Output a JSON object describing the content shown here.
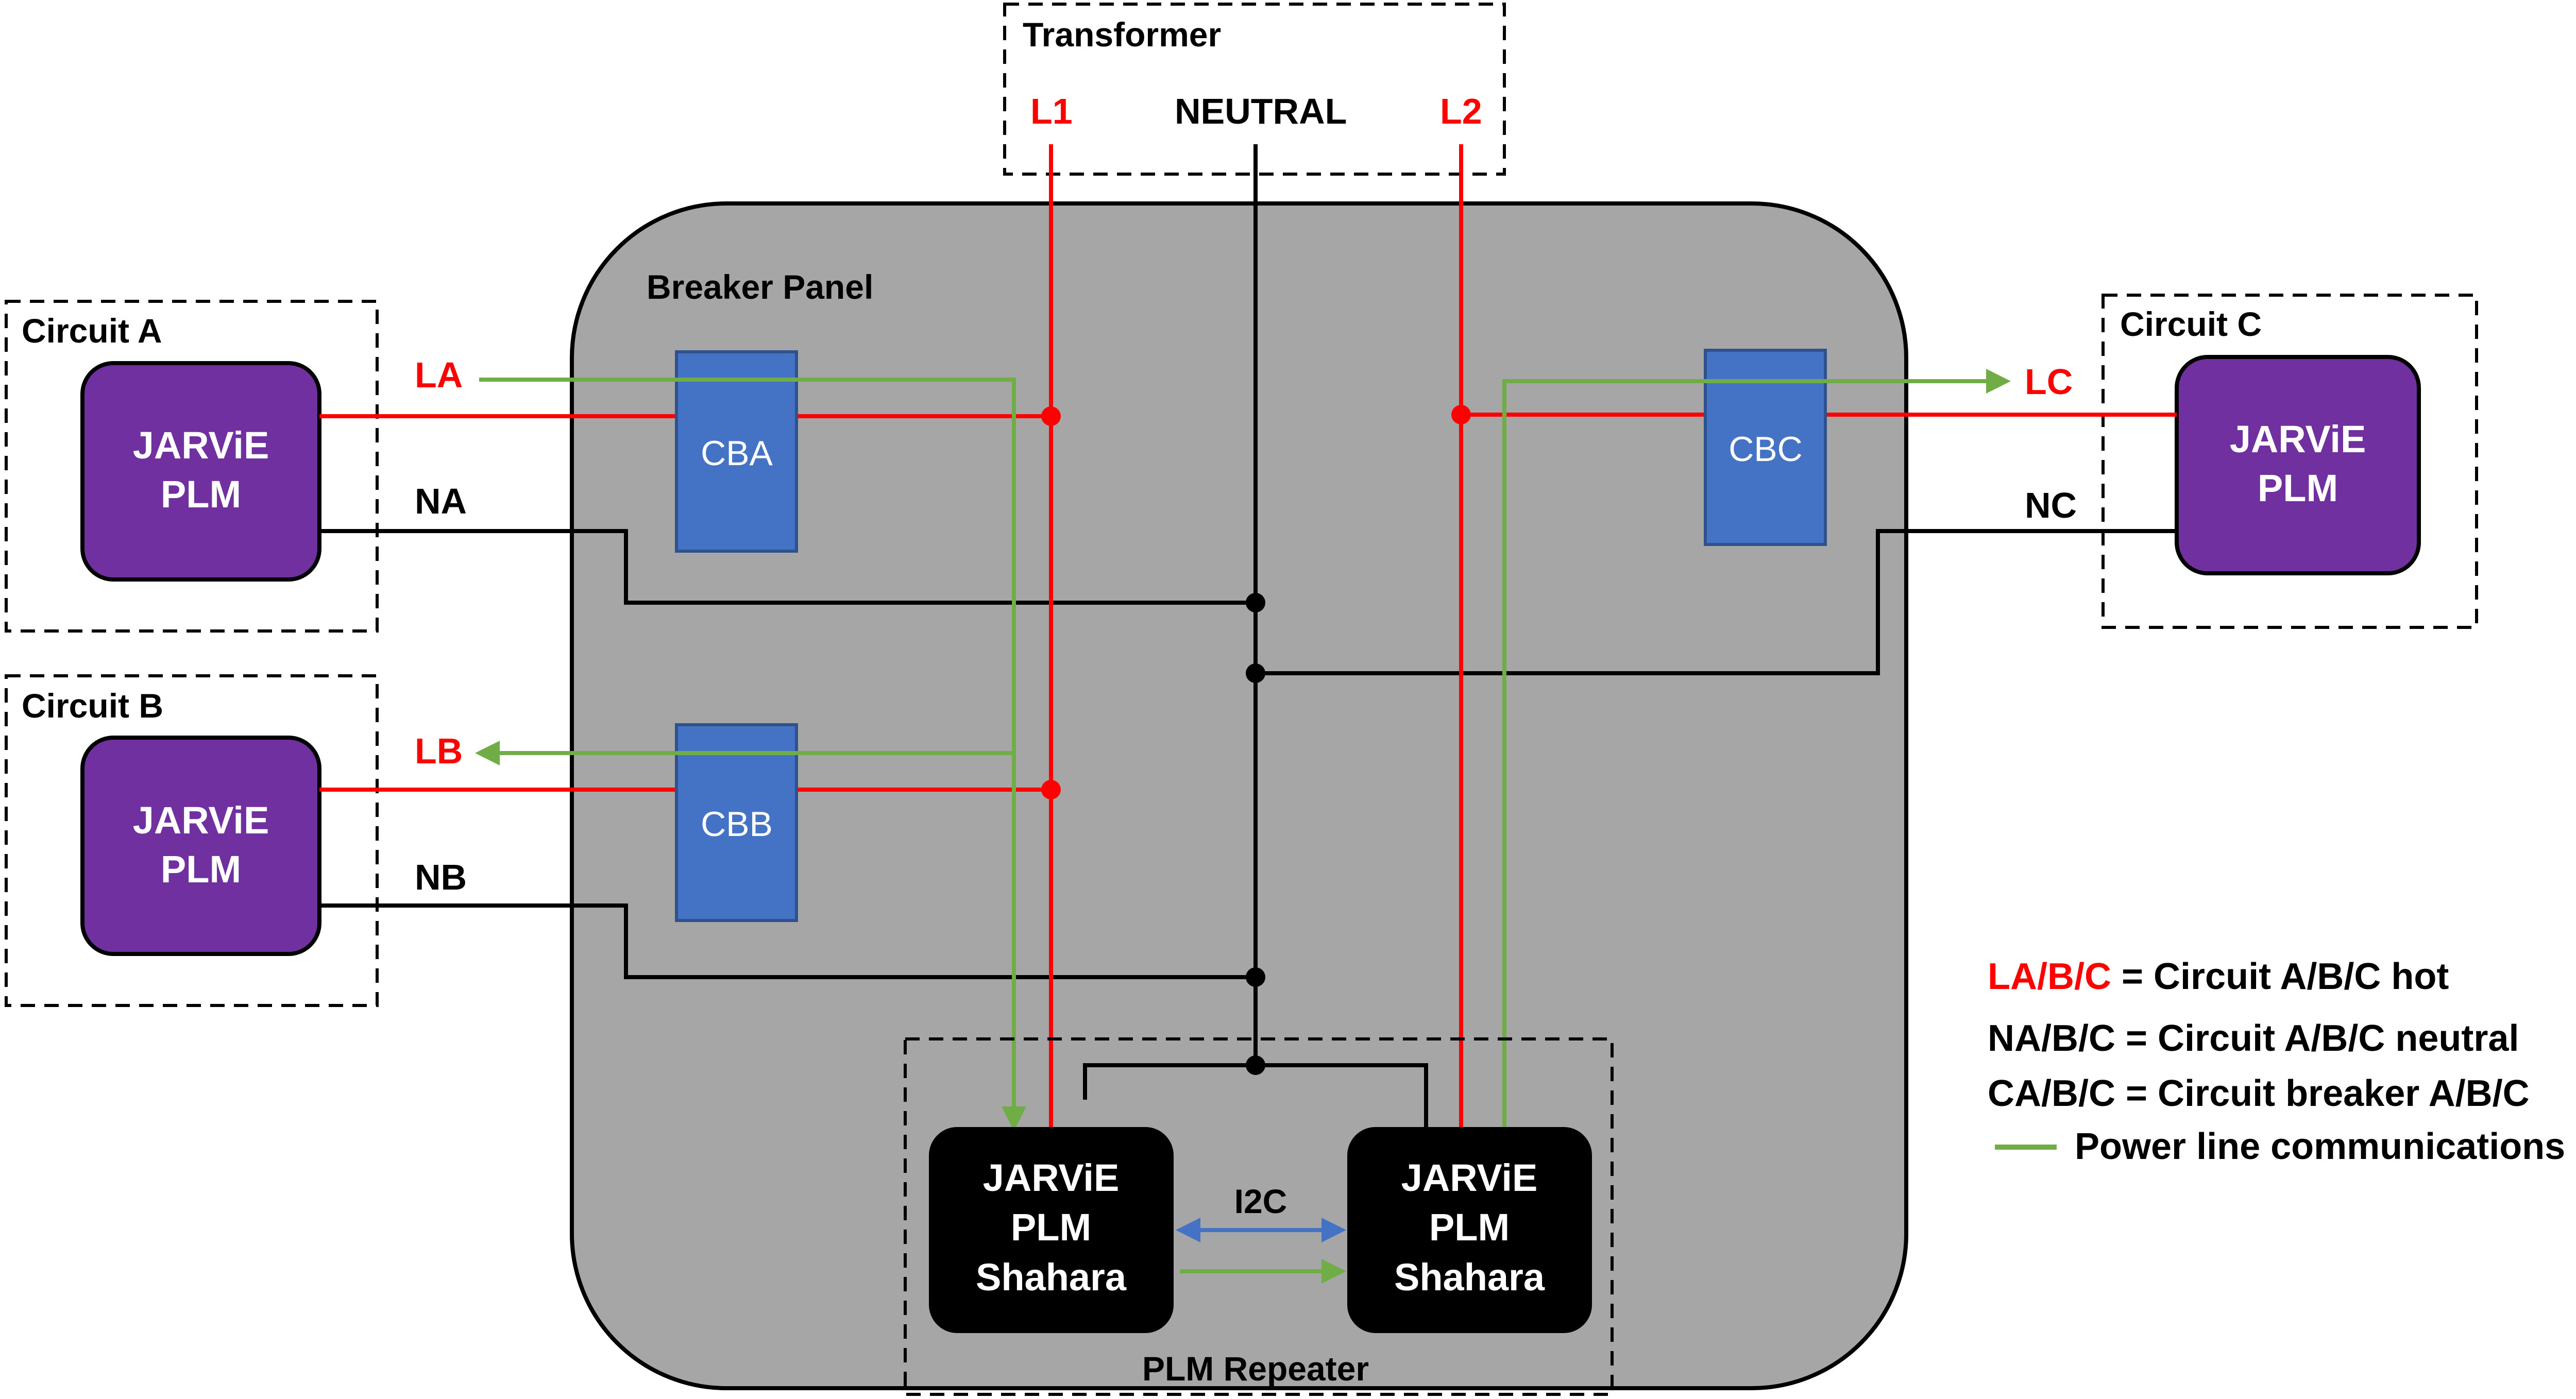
{
  "colors": {
    "hot": "#ff0000",
    "neutral": "#000000",
    "plc": "#70ad47",
    "i2c": "#4472c4",
    "panel": "#a6a6a6",
    "breaker": "#4472c4",
    "plm_device": "#7030a0",
    "repeater_device": "#000000"
  },
  "transformer": {
    "title": "Transformer",
    "l1": "L1",
    "neutral": "NEUTRAL",
    "l2": "L2"
  },
  "panel": {
    "title": "Breaker Panel"
  },
  "breakers": {
    "a": "CBA",
    "b": "CBB",
    "c": "CBC"
  },
  "circuits": {
    "a": {
      "title": "Circuit A",
      "device_line1": "JARViE",
      "device_line2": "PLM",
      "hot": "LA",
      "neutral": "NA"
    },
    "b": {
      "title": "Circuit B",
      "device_line1": "JARViE",
      "device_line2": "PLM",
      "hot": "LB",
      "neutral": "NB"
    },
    "c": {
      "title": "Circuit C",
      "device_line1": "JARViE",
      "device_line2": "PLM",
      "hot": "LC",
      "neutral": "NC"
    }
  },
  "repeater": {
    "title": "PLM Repeater",
    "left": {
      "line1": "JARViE",
      "line2": "PLM",
      "line3": "Shahara"
    },
    "right": {
      "line1": "JARViE",
      "line2": "PLM",
      "line3": "Shahara"
    },
    "i2c": "I2C"
  },
  "legend": {
    "hot_key": "LA/B/C",
    "hot_desc": " = Circuit A/B/C hot",
    "neutral": "NA/B/C = Circuit A/B/C neutral",
    "breaker": "CA/B/C = Circuit breaker A/B/C",
    "plc": "Power line communications"
  },
  "icons": [
    "arrow-icon"
  ]
}
